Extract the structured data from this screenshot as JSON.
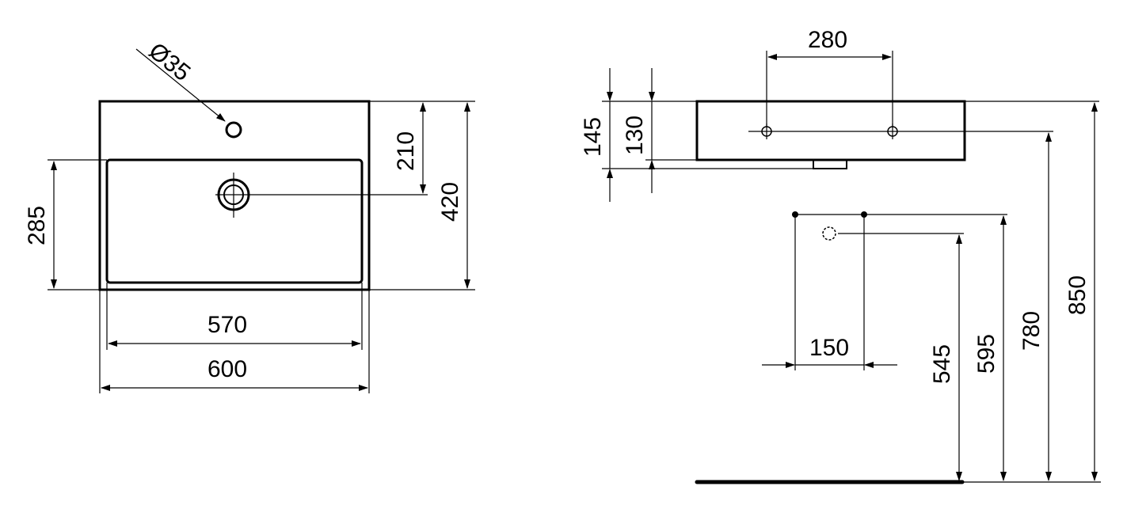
{
  "top_view": {
    "tap_hole_diameter": "Ø35",
    "tap_to_drain_offset": "210",
    "overall_depth": "420",
    "bowl_depth": "285",
    "bowl_width": "570",
    "overall_width": "600"
  },
  "side_view": {
    "fixing_hole_spacing": "280",
    "overall_height": "145",
    "rim_height": "130",
    "fixing_height": "850",
    "rim_floor_height": "780",
    "supply_spacing": "150",
    "supply_height": "595",
    "waste_height": "545"
  },
  "colors": {
    "line": "#000000",
    "background": "#ffffff"
  }
}
